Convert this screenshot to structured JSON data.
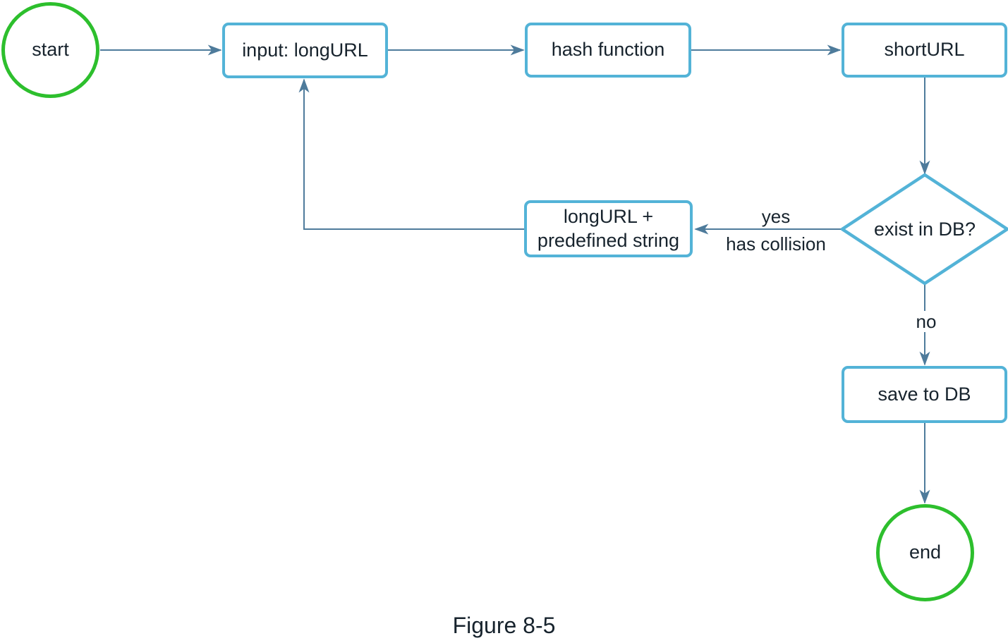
{
  "figure": {
    "caption": "Figure 8-5"
  },
  "colors": {
    "process_border": "#53b3d7",
    "terminal_border": "#2dbf2d",
    "connector": "#4e7b9b",
    "text": "#17232d",
    "background": "#ffffff"
  },
  "nodes": {
    "start": "start",
    "input": "input: longURL",
    "hash": "hash function",
    "short": "shortURL",
    "decision": "exist in DB?",
    "collision": "longURL +\npredefined string",
    "save": "save to DB",
    "end": "end"
  },
  "edges": {
    "yes": "yes",
    "yes_sub": "has collision",
    "no": "no"
  }
}
